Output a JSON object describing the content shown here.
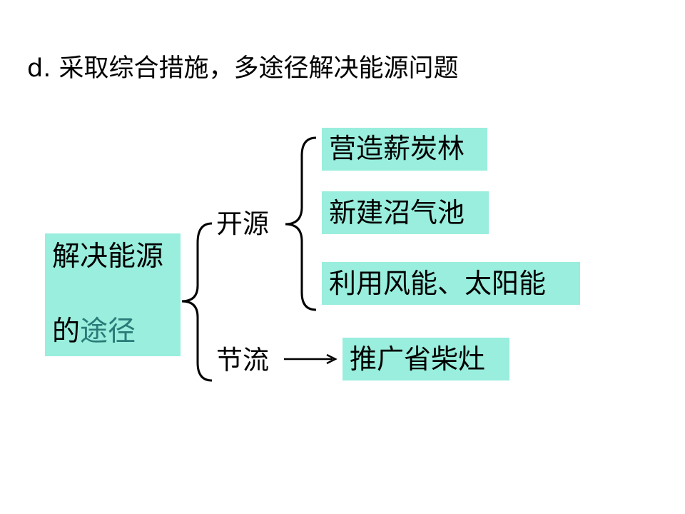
{
  "title": "d. 采取综合措施，多途径解决能源问题",
  "root": {
    "line1": "解决能源",
    "line2_prefix": "的",
    "line2_suffix": "途径",
    "fill_color": "#99eedd"
  },
  "branches": {
    "kaiyuan": {
      "label": "开源",
      "items": [
        "营造薪炭林",
        "新建沼气池",
        "利用风能、太阳能"
      ]
    },
    "jieliu": {
      "label": "节流",
      "items": [
        "推广省柴灶"
      ]
    }
  }
}
